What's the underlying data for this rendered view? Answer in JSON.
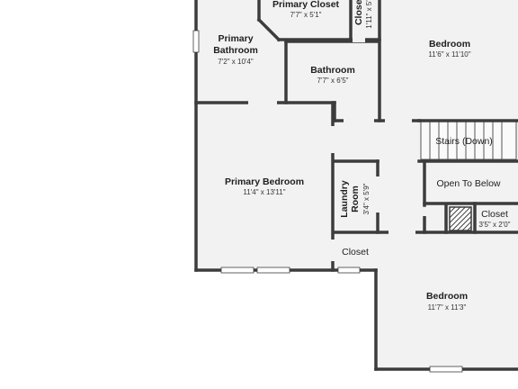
{
  "colors": {
    "floor": "#f2f2f2",
    "wall": "#3c3c3c",
    "window": "#ffffff",
    "stair_line": "#555555",
    "hatch": "#3c3c3c"
  },
  "rooms": {
    "primary_closet": {
      "name": "Primary Closet",
      "dims": "7'7\" x 5'1\""
    },
    "small_closet": {
      "name": "Closet",
      "dims": "1'11\" x 5'"
    },
    "bedroom_top": {
      "name": "Bedroom",
      "dims": "11'6\" x 11'10\""
    },
    "primary_bathroom": {
      "name_line1": "Primary",
      "name_line2": "Bathroom",
      "dims": "7'2\" x 10'4\""
    },
    "bathroom": {
      "name": "Bathroom",
      "dims": "7'7\" x 6'5\""
    },
    "stairs": {
      "name": "Stairs (Down)"
    },
    "primary_bedroom": {
      "name": "Primary Bedroom",
      "dims": "11'4\" x 13'11\""
    },
    "laundry": {
      "name_line1": "Laundry",
      "name_line2": "Room",
      "dims": "3'4\" x 5'9\""
    },
    "open_to_below": {
      "name": "Open To Below"
    },
    "closet_right": {
      "name": "Closet",
      "dims": "3'5\" x 2'0\""
    },
    "closet_hall": {
      "name": "Closet"
    },
    "bedroom_bottom": {
      "name": "Bedroom",
      "dims": "11'7\" x 11'3\""
    }
  }
}
